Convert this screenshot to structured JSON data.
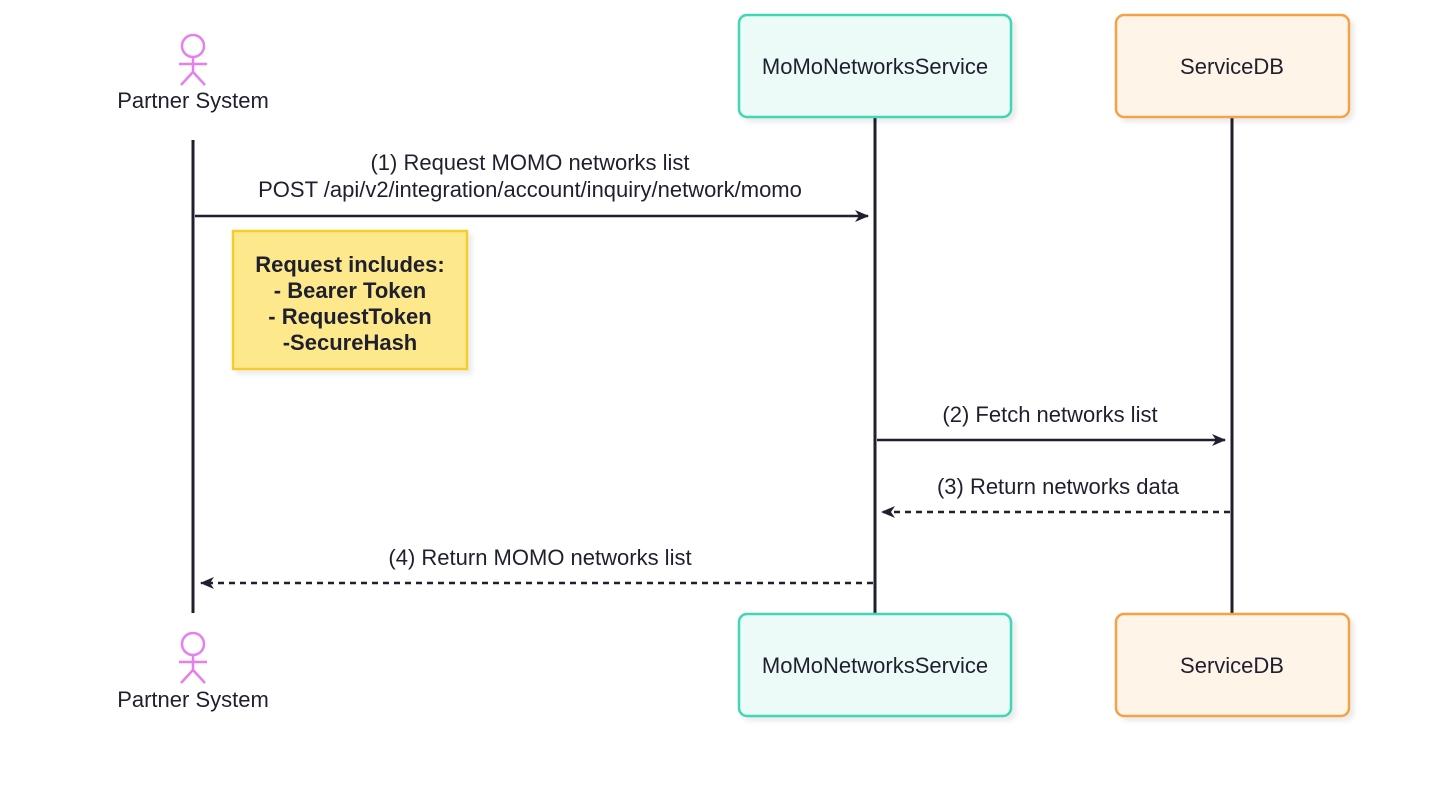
{
  "participants": {
    "actor": {
      "label": "Partner System",
      "color": "#e67ef0"
    },
    "service": {
      "label": "MoMoNetworksService",
      "fill": "#ecfbf8",
      "stroke": "#3fd6b6"
    },
    "db": {
      "label": "ServiceDB",
      "fill": "#fff4e8",
      "stroke": "#f4a147"
    }
  },
  "messages": [
    {
      "line1": "(1) Request MOMO networks list",
      "line2": "POST /api/v2/integration/account/inquiry/network/momo",
      "style": "solid"
    },
    {
      "line1": "(2) Fetch networks list",
      "style": "solid"
    },
    {
      "line1": "(3) Return networks data",
      "style": "dashed"
    },
    {
      "line1": "(4) Return MOMO networks list",
      "style": "dashed"
    }
  ],
  "note": {
    "lines": [
      "Request includes:",
      "- Bearer Token",
      "- RequestToken",
      "-SecureHash"
    ],
    "fill": "#fde98c",
    "stroke": "#f5cb2e"
  },
  "line_color": "#1f1f2e"
}
